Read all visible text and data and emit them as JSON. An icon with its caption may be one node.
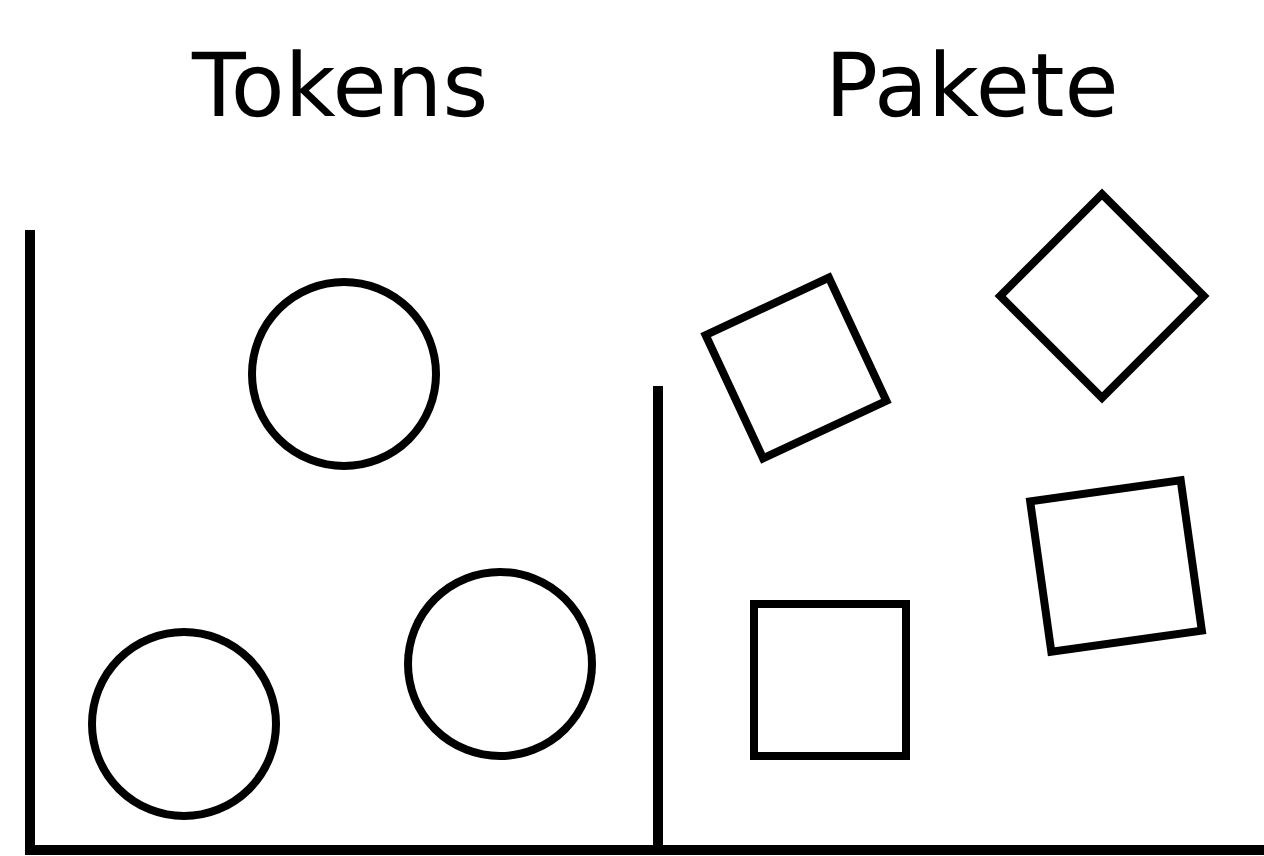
{
  "diagram": {
    "nodes": [
      {
        "text": [],
        "shape": "circle"
      },
      {
        "text": [],
        "shape": "circle"
      },
      {
        "text": [],
        "shape": "circle"
      },
      {
        "text": [],
        "shape": "box"
      },
      {
        "text": [],
        "shape": "box"
      },
      {
        "text": [],
        "shape": "box"
      },
      {
        "text": [],
        "shape": "box"
      }
    ],
    "edges": [],
    "labels": [
      "Tokens",
      "Pakete"
    ]
  }
}
